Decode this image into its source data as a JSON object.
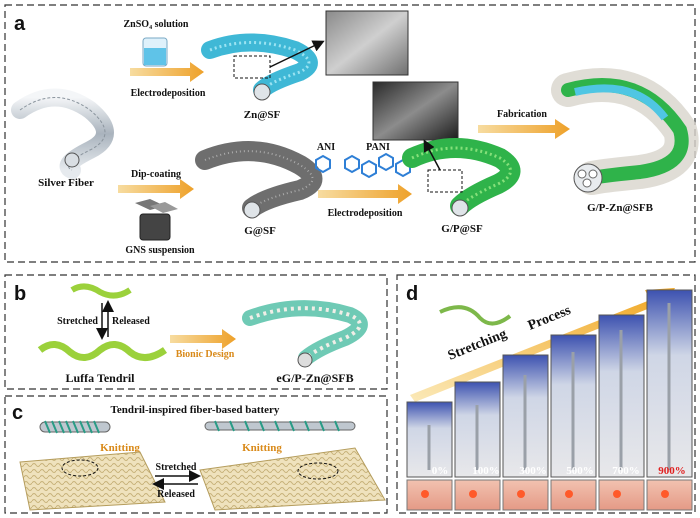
{
  "panels": {
    "a": {
      "letter": "a",
      "zn_solution": "ZnSO₄ solution",
      "electrodeposition_top": "Electrodeposition",
      "zn_sf": "Zn@SF",
      "silver_fiber": "Silver Fiber",
      "dip_coating": "Dip-coating",
      "gns_suspension": "GNS suspension",
      "g_sf": "G@SF",
      "ani": "ANI",
      "pani": "PANI",
      "electrodeposition_bottom": "Electrodeposition",
      "gp_sf": "G/P@SF",
      "fabrication": "Fabrication",
      "product": "G/P-Zn@SFB"
    },
    "b": {
      "letter": "b",
      "stretched": "Stretched",
      "released": "Released",
      "bionic_design": "Bionic Design",
      "luffa": "Luffa Tendril",
      "product": "eG/P-Zn@SFB"
    },
    "c": {
      "letter": "c",
      "title": "Tendril-inspired fiber-based battery",
      "knitting_left": "Knitting",
      "knitting_right": "Knitting",
      "stretched": "Stretched",
      "released": "Released"
    },
    "d": {
      "letter": "d",
      "process_1": "Stretching",
      "process_2": "Process",
      "strains": [
        "0%",
        "100%",
        "300%",
        "500%",
        "700%",
        "900%"
      ]
    }
  }
}
